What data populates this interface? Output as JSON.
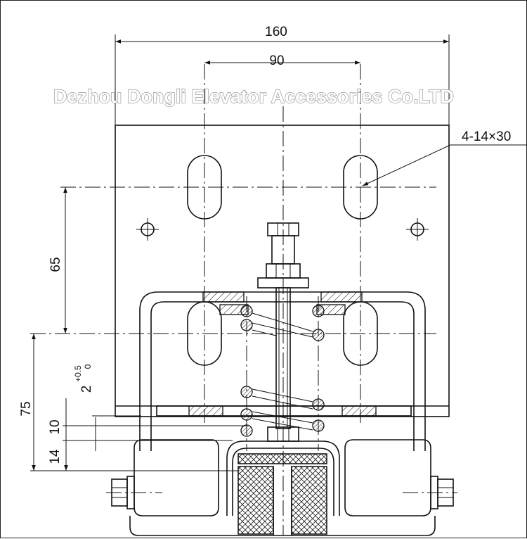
{
  "watermark": "Dezhou Dongli Elevator Accessories Co.LTD",
  "dimensions": {
    "overall_width": "160",
    "hole_spacing": "90",
    "vertical_65": "65",
    "vertical_75": "75",
    "gap_main": "2",
    "gap_tol_upper": "+0.5",
    "gap_tol_lower": "0",
    "vertical_10": "10",
    "vertical_14": "14"
  },
  "callout": {
    "slot_spec": "4-14×30"
  }
}
